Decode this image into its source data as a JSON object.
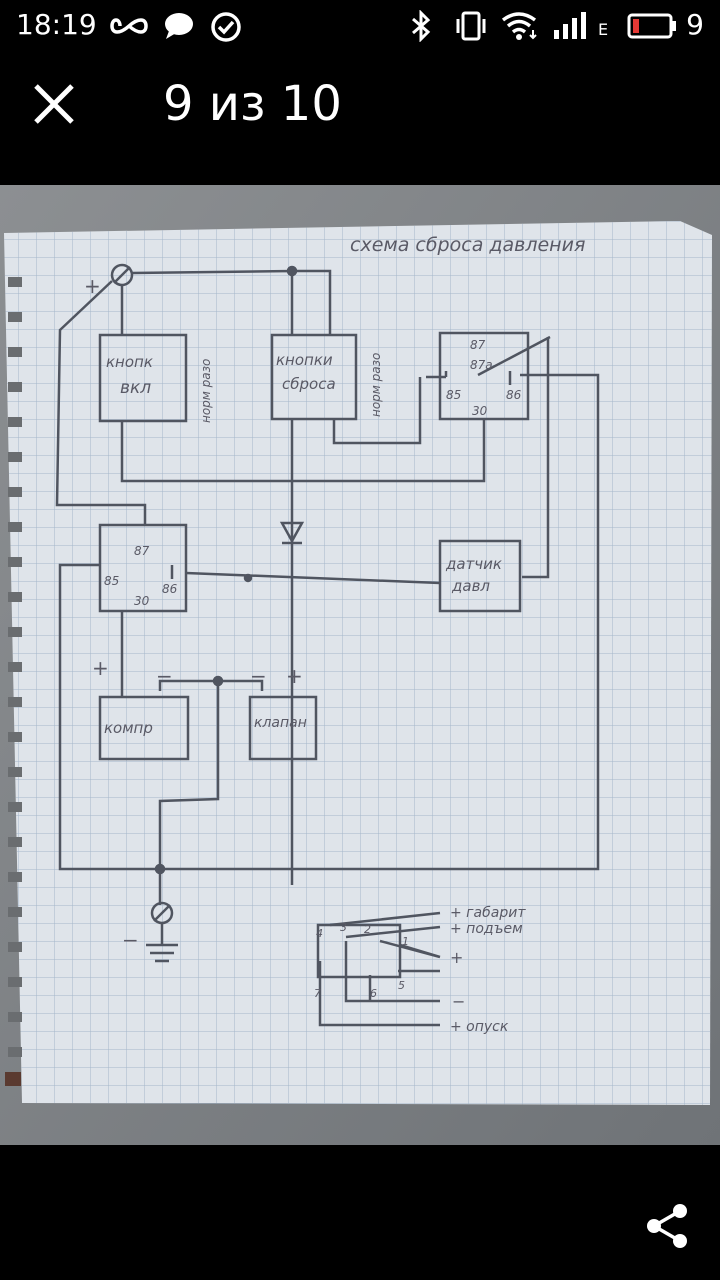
{
  "status_bar": {
    "time": "18:19",
    "network_label": "E",
    "battery_level": "9",
    "icons": [
      "infinity-icon",
      "chat-bubble-icon",
      "check-circle-icon",
      "bluetooth-icon",
      "vibrate-icon",
      "wifi-icon",
      "signal-icon",
      "battery-low-icon"
    ],
    "battery_color": "#e53935"
  },
  "viewer": {
    "counter": "9 из 10"
  },
  "photo": {
    "diagram_title": "схема сброса давления",
    "labels": {
      "btn_on_1": "кнопк",
      "btn_on_2": "вкл",
      "btn_reset_1": "кнопки",
      "btn_reset_2": "сброса",
      "norm_open": "норм разо",
      "relay_top_87": "87",
      "relay_top_87a": "87а",
      "relay_top_85": "85",
      "relay_top_86": "86",
      "relay_top_30": "30",
      "relay_mid_87": "87",
      "relay_mid_85": "85",
      "relay_mid_86": "86",
      "relay_mid_30": "30",
      "sensor_1": "датчик",
      "sensor_2": "давл",
      "compressor": "компр",
      "valve": "клапан",
      "plus": "+",
      "minus": "−",
      "pin_4": "4",
      "pin_3": "3",
      "pin_2": "2",
      "pin_1": "1",
      "pin_7": "7",
      "pin_6": "6",
      "pin_5": "5",
      "out_gabarit": "+ габарит",
      "out_podem": "+ подъем",
      "out_plus": "+",
      "out_minus": "−",
      "out_opusk": "+ опуск"
    }
  }
}
